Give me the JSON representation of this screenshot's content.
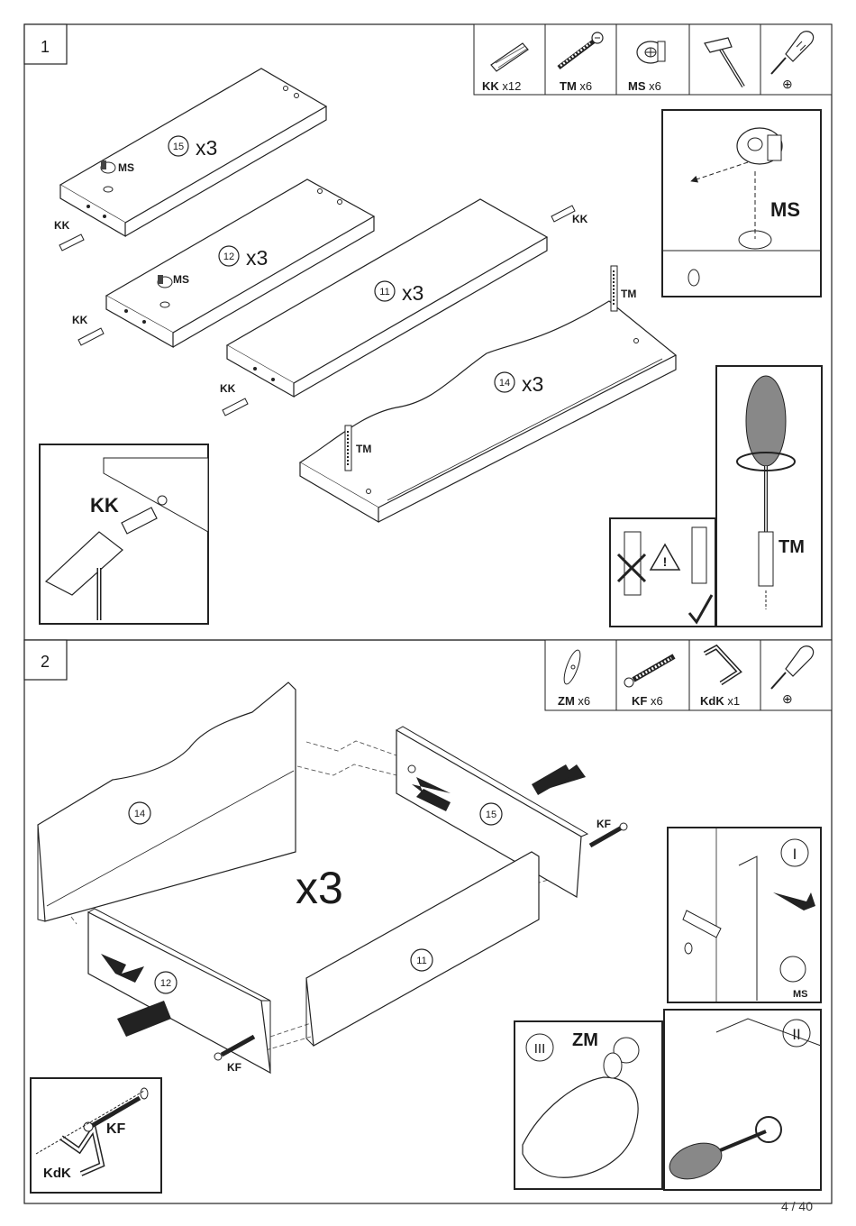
{
  "page_number": "4 / 40",
  "step1": {
    "number": "1",
    "hardware": [
      {
        "code": "KK",
        "qty": "x12",
        "icon": "wooden-dowel-icon"
      },
      {
        "code": "TM",
        "qty": "x6",
        "icon": "cam-bolt-icon"
      },
      {
        "code": "MS",
        "qty": "x6",
        "icon": "cam-lock-icon"
      },
      {
        "code": "",
        "qty": "",
        "icon": "hammer-icon"
      },
      {
        "code": "",
        "qty": "",
        "icon": "phillips-screwdriver-icon"
      }
    ],
    "screwdriver_type": "⊕",
    "parts": [
      {
        "num": "15",
        "qty": "x3"
      },
      {
        "num": "12",
        "qty": "x3"
      },
      {
        "num": "11",
        "qty": "x3"
      },
      {
        "num": "14",
        "qty": "x3"
      }
    ],
    "labels": {
      "kk": "KK",
      "ms": "MS",
      "tm": "TM"
    },
    "detail_ms": "MS",
    "detail_kk": "KK",
    "detail_tm": "TM",
    "warning_symbol": "!"
  },
  "step2": {
    "number": "2",
    "hardware": [
      {
        "code": "ZM",
        "qty": "x6",
        "icon": "cover-cap-icon"
      },
      {
        "code": "KF",
        "qty": "x6",
        "icon": "confirmat-screw-icon"
      },
      {
        "code": "KdK",
        "qty": "x1",
        "icon": "hex-key-icon"
      },
      {
        "code": "",
        "qty": "",
        "icon": "phillips-screwdriver-icon"
      }
    ],
    "screwdriver_type": "⊕",
    "parts": [
      {
        "num": "14"
      },
      {
        "num": "15"
      },
      {
        "num": "12"
      },
      {
        "num": "11"
      }
    ],
    "multiplier": "x3",
    "labels": {
      "kf": "KF"
    },
    "detail_roman": [
      "I",
      "II",
      "III"
    ],
    "detail_ms": "MS",
    "detail_zm": "ZM",
    "detail_kf": "KF",
    "detail_kdk": "KdK"
  }
}
